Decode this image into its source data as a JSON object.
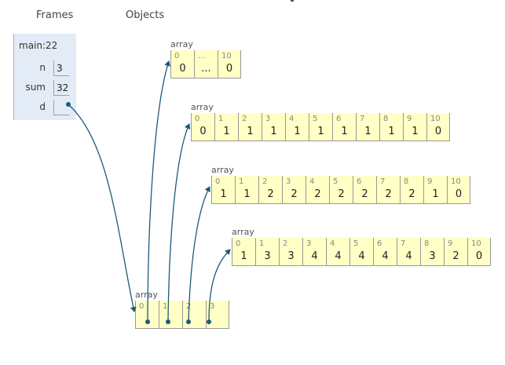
{
  "headers": {
    "frames": "Frames",
    "objects": "Objects"
  },
  "frame": {
    "title": "main:22",
    "vars": [
      {
        "name": "n",
        "value": "3"
      },
      {
        "name": "sum",
        "value": "32"
      },
      {
        "name": "d",
        "value": ""
      }
    ]
  },
  "arrays": [
    {
      "label": "array",
      "cells": [
        {
          "i": "0",
          "v": "0"
        },
        {
          "i": "...",
          "v": "..."
        },
        {
          "i": "10",
          "v": "0"
        }
      ]
    },
    {
      "label": "array",
      "cells": [
        {
          "i": "0",
          "v": "0"
        },
        {
          "i": "1",
          "v": "1"
        },
        {
          "i": "2",
          "v": "1"
        },
        {
          "i": "3",
          "v": "1"
        },
        {
          "i": "4",
          "v": "1"
        },
        {
          "i": "5",
          "v": "1"
        },
        {
          "i": "6",
          "v": "1"
        },
        {
          "i": "7",
          "v": "1"
        },
        {
          "i": "8",
          "v": "1"
        },
        {
          "i": "9",
          "v": "1"
        },
        {
          "i": "10",
          "v": "0"
        }
      ]
    },
    {
      "label": "array",
      "cells": [
        {
          "i": "0",
          "v": "1"
        },
        {
          "i": "1",
          "v": "1"
        },
        {
          "i": "2",
          "v": "2"
        },
        {
          "i": "3",
          "v": "2"
        },
        {
          "i": "4",
          "v": "2"
        },
        {
          "i": "5",
          "v": "2"
        },
        {
          "i": "6",
          "v": "2"
        },
        {
          "i": "7",
          "v": "2"
        },
        {
          "i": "8",
          "v": "2"
        },
        {
          "i": "9",
          "v": "1"
        },
        {
          "i": "10",
          "v": "0"
        }
      ]
    },
    {
      "label": "array",
      "cells": [
        {
          "i": "0",
          "v": "1"
        },
        {
          "i": "1",
          "v": "3"
        },
        {
          "i": "2",
          "v": "3"
        },
        {
          "i": "3",
          "v": "4"
        },
        {
          "i": "4",
          "v": "4"
        },
        {
          "i": "5",
          "v": "4"
        },
        {
          "i": "6",
          "v": "4"
        },
        {
          "i": "7",
          "v": "4"
        },
        {
          "i": "8",
          "v": "3"
        },
        {
          "i": "9",
          "v": "2"
        },
        {
          "i": "10",
          "v": "0"
        }
      ]
    },
    {
      "label": "array",
      "cells": [
        {
          "i": "0",
          "v": ""
        },
        {
          "i": "1",
          "v": ""
        },
        {
          "i": "2",
          "v": ""
        },
        {
          "i": "3",
          "v": ""
        }
      ]
    }
  ],
  "colors": {
    "frame_bg": "#e2ebf6",
    "object_bg": "#ffffc6",
    "pointer": "#1c5a7a"
  }
}
